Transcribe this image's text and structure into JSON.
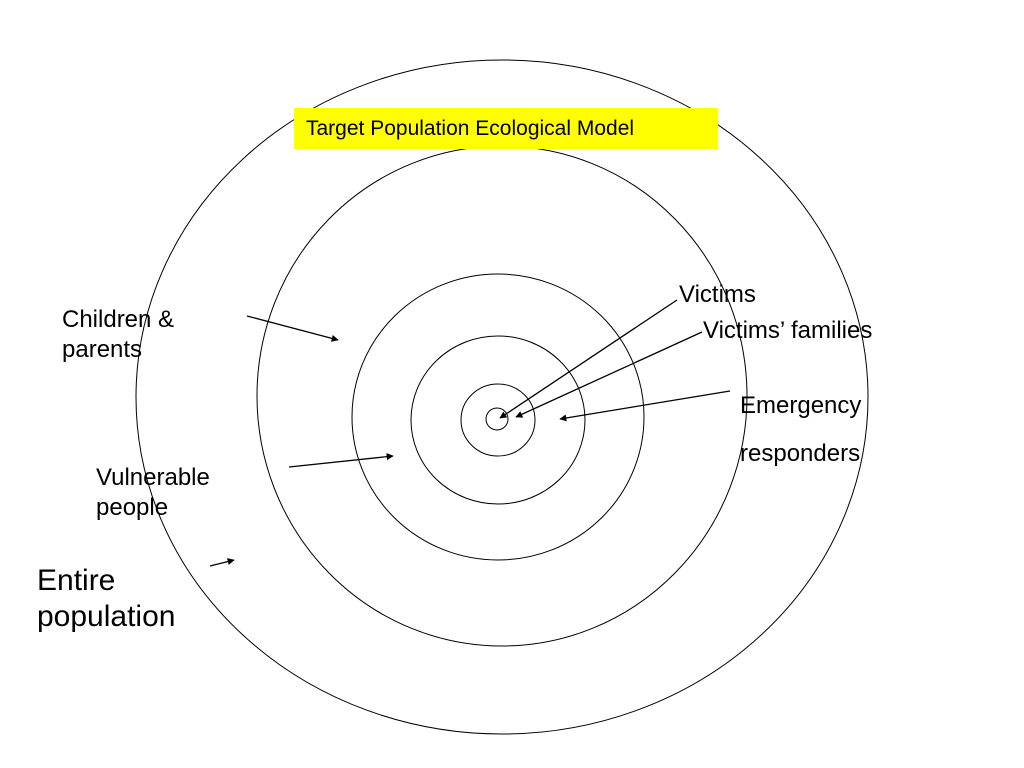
{
  "title": "Target Population Ecological Model",
  "labels": {
    "children_line1": "Children &",
    "children_line2": "parents",
    "vulnerable_line1": "Vulnerable",
    "vulnerable_line2": "people",
    "entire_line1": "Entire",
    "entire_line2": "population",
    "victims": "Victims",
    "victims_families": "Victims’ families",
    "emergency_line1": "Emergency",
    "emergency_line2": "responders"
  },
  "colors": {
    "title_highlight": "#ffff00",
    "ink": "#000000",
    "background": "#ffffff"
  }
}
